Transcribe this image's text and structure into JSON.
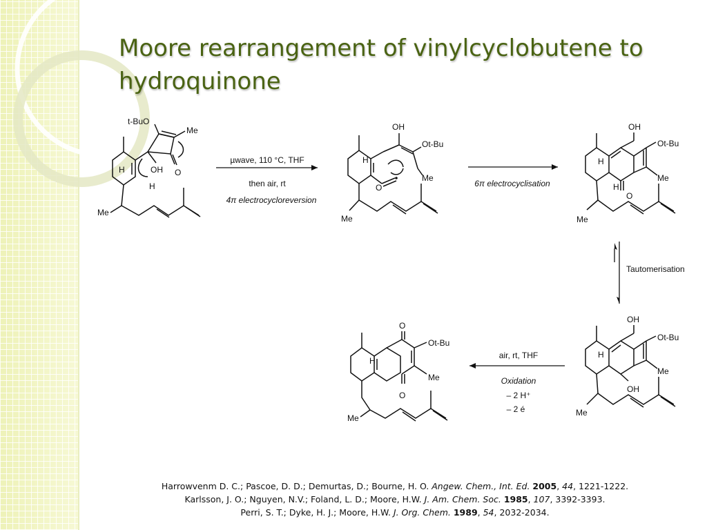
{
  "title": "Moore rearrangement of vinylcyclobutene to hydroquinone",
  "scheme": {
    "labels": {
      "tBuO": "t-BuO",
      "Ot_Bu": "Ot-Bu",
      "Me": "Me",
      "H": "H",
      "OH": "OH",
      "O": "O"
    },
    "step1": {
      "line1": "µwave, 110 °C, THF",
      "line2": "then air, rt",
      "line3": "4π electrocycloreversion"
    },
    "step2": "6π electrocyclisation",
    "step3": "Tautomerisation",
    "step4": {
      "line1": "air, rt, THF",
      "line2": "Oxidation",
      "line3": "– 2 H⁺",
      "line4": "– 2 é"
    }
  },
  "references": [
    {
      "authors": "Harrowvenm D. C.; Pascoe, D. D.; Demurtas, D.; Bourne, H. O. ",
      "journal": "Angew. Chem., Int. Ed.",
      "year": "2005",
      "volume": "44",
      "pages": ", 1221-1222."
    },
    {
      "authors": "Karlsson,  J. O.; Nguyen, N.V.; Foland, L. D.; Moore, H.W. ",
      "journal": "J. Am. Chem. Soc.",
      "year": "1985",
      "volume": "107",
      "pages": ", 3392-3393."
    },
    {
      "authors": "Perri, S. T.; Dyke, H. J.; Moore, H.W. ",
      "journal": "J. Org. Chem.",
      "year": "1989",
      "volume": "54",
      "pages": ", 2032-2034."
    }
  ],
  "colors": {
    "title": "#4a6313",
    "sidebar": "#f2f5c8",
    "arc": "#ffffff"
  }
}
